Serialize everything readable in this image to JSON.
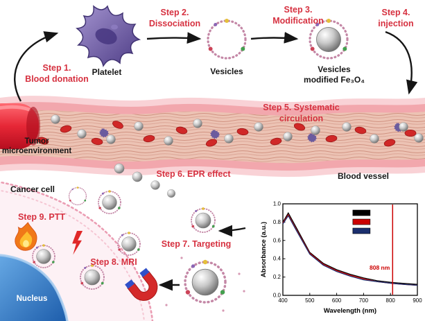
{
  "steps": {
    "step1": {
      "line1": "Step 1.",
      "line2": "Blood donation"
    },
    "step2": {
      "line1": "Step 2.",
      "line2": "Dissociation"
    },
    "step3": {
      "line1": "Step 3.",
      "line2": "Modification"
    },
    "step4": {
      "line1": "Step 4.",
      "line2": "injection"
    },
    "step5": {
      "line1": "Step 5. Systematic",
      "line2": "circulation"
    },
    "step6": "Step 6. EPR effect",
    "step7": "Step 7. Targeting",
    "step8": "Step 8. MRI",
    "step9": "Step 9. PTT"
  },
  "labels": {
    "platelet": "Platelet",
    "vesicles": "Vesicles",
    "modified_line1": "Vesicles",
    "modified_line2": "modified Fe₃O₄",
    "tumor_line1": "Tumor",
    "tumor_line2": "microenvironment",
    "blood_vessel": "Blood vessel",
    "cancer_cell": "Cancer cell",
    "nucleus": "Nucleus"
  },
  "colors": {
    "step_text": "#d63140",
    "label_text": "#161616",
    "vessel_pink": "#f2a7ad",
    "nucleus_blue": "#2f7fd0",
    "annotation_red": "#cc0000"
  },
  "chart_data": {
    "type": "line",
    "x": [
      400,
      420,
      450,
      500,
      550,
      600,
      650,
      700,
      750,
      808,
      850,
      900
    ],
    "series": [
      {
        "name": "black",
        "color": "#000000",
        "values": [
          0.8,
          0.9,
          0.74,
          0.47,
          0.35,
          0.28,
          0.23,
          0.19,
          0.16,
          0.14,
          0.13,
          0.12
        ]
      },
      {
        "name": "red",
        "color": "#cc0000",
        "values": [
          0.79,
          0.88,
          0.72,
          0.46,
          0.34,
          0.27,
          0.22,
          0.18,
          0.15,
          0.13,
          0.12,
          0.11
        ]
      },
      {
        "name": "navy",
        "color": "#1b2f6e",
        "values": [
          0.78,
          0.87,
          0.71,
          0.45,
          0.33,
          0.26,
          0.21,
          0.17,
          0.15,
          0.13,
          0.12,
          0.11
        ]
      }
    ],
    "xlabel": "Wavelength (nm)",
    "ylabel": "Absorbance (a.u.)",
    "xlim": [
      400,
      900
    ],
    "ylim": [
      0,
      1.0
    ],
    "xticks": [
      400,
      500,
      600,
      700,
      800,
      900
    ],
    "yticks": [
      0.0,
      0.2,
      0.4,
      0.6,
      0.8,
      1.0
    ],
    "grid": false,
    "legend": {
      "position": "top-right",
      "entries": [
        "black",
        "red",
        "navy"
      ],
      "labels_visible": false
    },
    "annotation": {
      "text": "808 nm",
      "x": 808,
      "color": "#cc0000"
    }
  }
}
